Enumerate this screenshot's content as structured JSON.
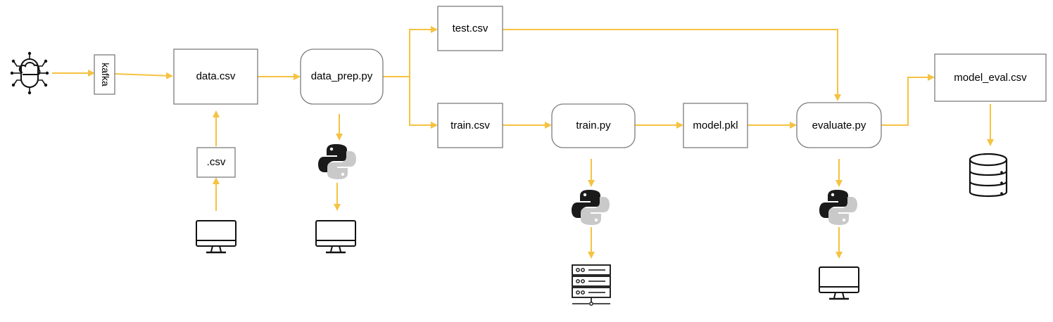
{
  "nodes": {
    "kafka": "kafka",
    "data_csv": "data.csv",
    "csv_upload": ".csv",
    "data_prep": "data_prep.py",
    "test_csv": "test.csv",
    "train_csv": "train.csv",
    "train_py": "train.py",
    "model_pkl": "model.pkl",
    "evaluate_py": "evaluate.py",
    "model_eval_csv": "model_eval.csv"
  },
  "icons": {
    "source": "cloud-network-icon",
    "computer": "monitor-icon",
    "python": "python-logo-icon",
    "server": "server-rack-icon",
    "database": "database-icon"
  },
  "colors": {
    "arrow": "#f5c242",
    "box_border": "#7d7d7d",
    "python_dark": "#1a1a1a",
    "python_light": "#c9c9c9"
  }
}
